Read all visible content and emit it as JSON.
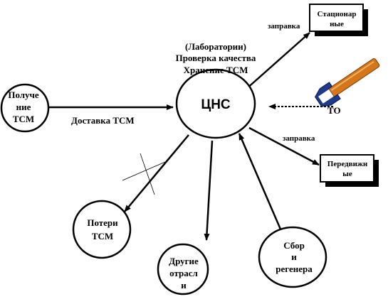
{
  "nodes": {
    "center": {
      "label": "ЦНС"
    },
    "receive": {
      "lines": [
        "Получе",
        "ние",
        "ТСМ"
      ]
    },
    "losses": {
      "lines": [
        "Потери",
        "ТСМ"
      ]
    },
    "other": {
      "lines": [
        "Другие",
        "отрасл",
        "и"
      ]
    },
    "collect": {
      "lines": [
        "Сбор",
        "и",
        "регенера"
      ]
    },
    "stationary": {
      "lines": [
        "Стационар",
        "ные"
      ]
    },
    "mobile": {
      "lines": [
        "Передвижн",
        "ые"
      ]
    }
  },
  "labels": {
    "lab": "(Лаборатории)",
    "quality": "Проверка качества",
    "storage": "Хранение ТСМ",
    "delivery": "Доставка ТСМ",
    "refuel_top": "заправка",
    "refuel_right": "заправка",
    "to": "ТО"
  },
  "icons": {
    "wrench": "wrench-icon"
  }
}
